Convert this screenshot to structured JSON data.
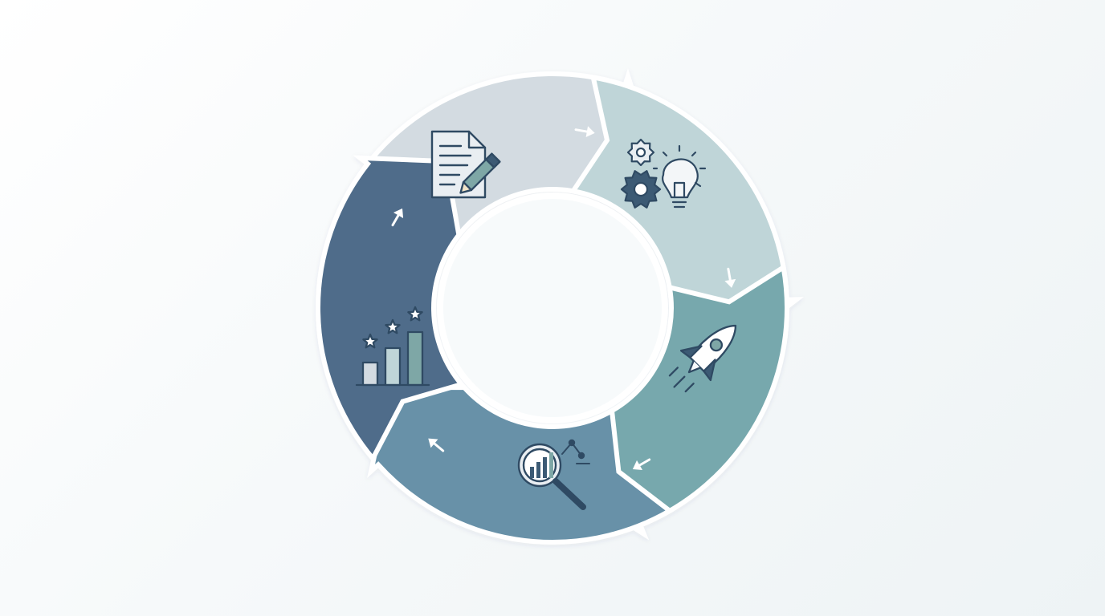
{
  "diagram": {
    "type": "cycle",
    "direction": "clockwise",
    "center_label": "",
    "stages": [
      {
        "id": "plan",
        "icon": "document-pencil-icon",
        "color": "#D3DBE1",
        "arrow_color": "#FFFFFF"
      },
      {
        "id": "ideate",
        "icon": "gears-lightbulb-icon",
        "color": "#BFD5D8",
        "arrow_color": "#FFFFFF"
      },
      {
        "id": "launch",
        "icon": "rocket-icon",
        "color": "#77A8AD",
        "arrow_color": "#FFFFFF"
      },
      {
        "id": "analyze",
        "icon": "magnifier-chart-icon",
        "color": "#6791A8",
        "arrow_color": "#FFFFFF"
      },
      {
        "id": "improve",
        "icon": "rated-bar-chart-icon",
        "color": "#4F6C8A",
        "arrow_color": "#FFFFFF"
      }
    ],
    "icon_stroke": "#2F4A63",
    "ring_gap_color": "#FFFFFF",
    "center_color": "#F7FAFB"
  }
}
